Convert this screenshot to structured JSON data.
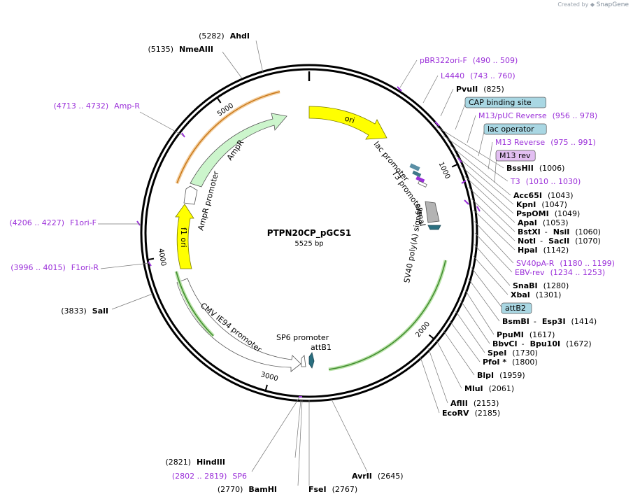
{
  "credit": {
    "prefix": "Created by",
    "brand": "SnapGene"
  },
  "plasmid": {
    "name": "PTPN20CP_pGCS1",
    "size_label": "5525 bp",
    "length": 5525
  },
  "colors": {
    "primer": "#9b30d9",
    "feature_box": "#a9d7e3",
    "m13rev_box": "#e3bff2",
    "ori": "#ffff00",
    "ampr": "#ccf5cc",
    "bracket": "#3f8a2d",
    "orange": "#e0922b"
  },
  "ticks": [
    "1000",
    "2000",
    "3000",
    "4000",
    "5000"
  ],
  "features": [
    {
      "label": "ori"
    },
    {
      "label": "AmpR"
    },
    {
      "label": "AmpR promoter"
    },
    {
      "label": "f1 ori"
    },
    {
      "label": "CMV IE94 promoter"
    },
    {
      "label": "SP6 promoter"
    },
    {
      "label": "attB1"
    },
    {
      "label": "lac promoter"
    },
    {
      "label": "T3 promoter"
    },
    {
      "label": "signal"
    },
    {
      "label": "SV40 poly(A) signal"
    }
  ],
  "sites_right": [
    {
      "parts": [
        {
          "t": "BssHII",
          "b": true
        },
        {
          "t": "(1006)"
        }
      ]
    },
    {
      "parts": [
        {
          "t": "T3",
          "p": true
        },
        {
          "t": "(1010 .. 1030)",
          "p": true
        }
      ]
    },
    {
      "parts": [
        {
          "t": "Acc65I",
          "b": true
        },
        {
          "t": "(1043)"
        }
      ]
    },
    {
      "parts": [
        {
          "t": "KpnI",
          "b": true
        },
        {
          "t": "(1047)"
        }
      ]
    },
    {
      "parts": [
        {
          "t": "PspOMI",
          "b": true
        },
        {
          "t": "(1049)"
        }
      ]
    },
    {
      "parts": [
        {
          "t": "ApaI",
          "b": true
        },
        {
          "t": "(1053)"
        }
      ]
    },
    {
      "parts": [
        {
          "t": "BstXI",
          "b": true
        },
        {
          "t": "-"
        },
        {
          "t": "NsiI",
          "b": true
        },
        {
          "t": "(1060)"
        }
      ]
    },
    {
      "parts": [
        {
          "t": "NotI",
          "b": true
        },
        {
          "t": "-"
        },
        {
          "t": "SacII",
          "b": true
        },
        {
          "t": "(1070)"
        }
      ]
    },
    {
      "parts": [
        {
          "t": "HpaI",
          "b": true
        },
        {
          "t": "(1142)"
        }
      ]
    },
    {
      "parts": [
        {
          "t": "SV40pA-R",
          "p": true
        },
        {
          "t": "(1180 .. 1199)",
          "p": true
        }
      ]
    },
    {
      "parts": [
        {
          "t": "EBV-rev",
          "p": true
        },
        {
          "t": "(1234 .. 1253)",
          "p": true
        }
      ]
    },
    {
      "parts": [
        {
          "t": "SnaBI",
          "b": true
        },
        {
          "t": "(1280)"
        }
      ]
    },
    {
      "parts": [
        {
          "t": "XbaI",
          "b": true
        },
        {
          "t": "(1301)"
        }
      ]
    },
    {
      "parts": [
        {
          "t": "attB2",
          "box": true
        }
      ]
    },
    {
      "parts": [
        {
          "t": "BsmBI",
          "b": true
        },
        {
          "t": "-"
        },
        {
          "t": "Esp3I",
          "b": true
        },
        {
          "t": "(1414)"
        }
      ]
    },
    {
      "parts": [
        {
          "t": "PpuMI",
          "b": true
        },
        {
          "t": "(1617)"
        }
      ]
    },
    {
      "parts": [
        {
          "t": "BbvCI",
          "b": true
        },
        {
          "t": "-"
        },
        {
          "t": "Bpu10I",
          "b": true
        },
        {
          "t": "(1672)"
        }
      ]
    },
    {
      "parts": [
        {
          "t": "SpeI",
          "b": true
        },
        {
          "t": "(1730)"
        }
      ]
    },
    {
      "parts": [
        {
          "t": "PfoI *",
          "b": true
        },
        {
          "t": "(1800)"
        }
      ]
    },
    {
      "parts": [
        {
          "t": "BlpI",
          "b": true
        },
        {
          "t": "(1959)"
        }
      ]
    },
    {
      "parts": [
        {
          "t": "MluI",
          "b": true
        },
        {
          "t": "(2061)"
        }
      ]
    },
    {
      "parts": [
        {
          "t": "AflII",
          "b": true
        },
        {
          "t": "(2153)"
        }
      ]
    },
    {
      "parts": [
        {
          "t": "EcoRV",
          "b": true
        },
        {
          "t": "(2185)"
        }
      ]
    }
  ],
  "sites_top_right": [
    {
      "parts": [
        {
          "t": "pBR322ori-F",
          "p": true
        },
        {
          "t": "(490 .. 509)",
          "p": true
        }
      ]
    },
    {
      "parts": [
        {
          "t": "L4440",
          "p": true
        },
        {
          "t": "(743 .. 760)",
          "p": true
        }
      ]
    },
    {
      "parts": [
        {
          "t": "PvuII",
          "b": true
        },
        {
          "t": "(825)"
        }
      ]
    },
    {
      "parts": [
        {
          "t": "CAP binding site",
          "box": true
        }
      ]
    },
    {
      "parts": [
        {
          "t": "M13/pUC Reverse",
          "p": true
        },
        {
          "t": "(956 .. 978)",
          "p": true
        }
      ]
    },
    {
      "parts": [
        {
          "t": "lac operator",
          "box": true
        }
      ]
    },
    {
      "parts": [
        {
          "t": "M13 Reverse",
          "p": true
        },
        {
          "t": "(975 .. 991)",
          "p": true
        }
      ]
    },
    {
      "parts": [
        {
          "t": "M13 rev",
          "box": true,
          "pink": true
        }
      ]
    }
  ],
  "sites_bottom": [
    {
      "parts": [
        {
          "t": "(2821)"
        },
        {
          "t": "HindIII",
          "b": true
        }
      ]
    },
    {
      "parts": [
        {
          "t": "(2802 .. 2819)",
          "p": true
        },
        {
          "t": "SP6",
          "p": true
        }
      ]
    },
    {
      "parts": [
        {
          "t": "(2770)"
        },
        {
          "t": "BamHI",
          "b": true
        }
      ]
    },
    {
      "parts": [
        {
          "t": "FseI",
          "b": true
        },
        {
          "t": "(2767)"
        }
      ]
    },
    {
      "parts": [
        {
          "t": "AvrII",
          "b": true
        },
        {
          "t": "(2645)"
        }
      ]
    }
  ],
  "sites_left": [
    {
      "parts": [
        {
          "t": "(5282)"
        },
        {
          "t": "AhdI",
          "b": true
        }
      ]
    },
    {
      "parts": [
        {
          "t": "(5135)"
        },
        {
          "t": "NmeAIII",
          "b": true
        }
      ]
    },
    {
      "parts": [
        {
          "t": "(4713 .. 4732)",
          "p": true
        },
        {
          "t": "Amp-R",
          "p": true
        }
      ]
    },
    {
      "parts": [
        {
          "t": "(4206 .. 4227)",
          "p": true
        },
        {
          "t": "F1ori-F",
          "p": true
        }
      ]
    },
    {
      "parts": [
        {
          "t": "(3996 .. 4015)",
          "p": true
        },
        {
          "t": "F1ori-R",
          "p": true
        }
      ]
    },
    {
      "parts": [
        {
          "t": "(3833)"
        },
        {
          "t": "SalI",
          "b": true
        }
      ]
    }
  ]
}
